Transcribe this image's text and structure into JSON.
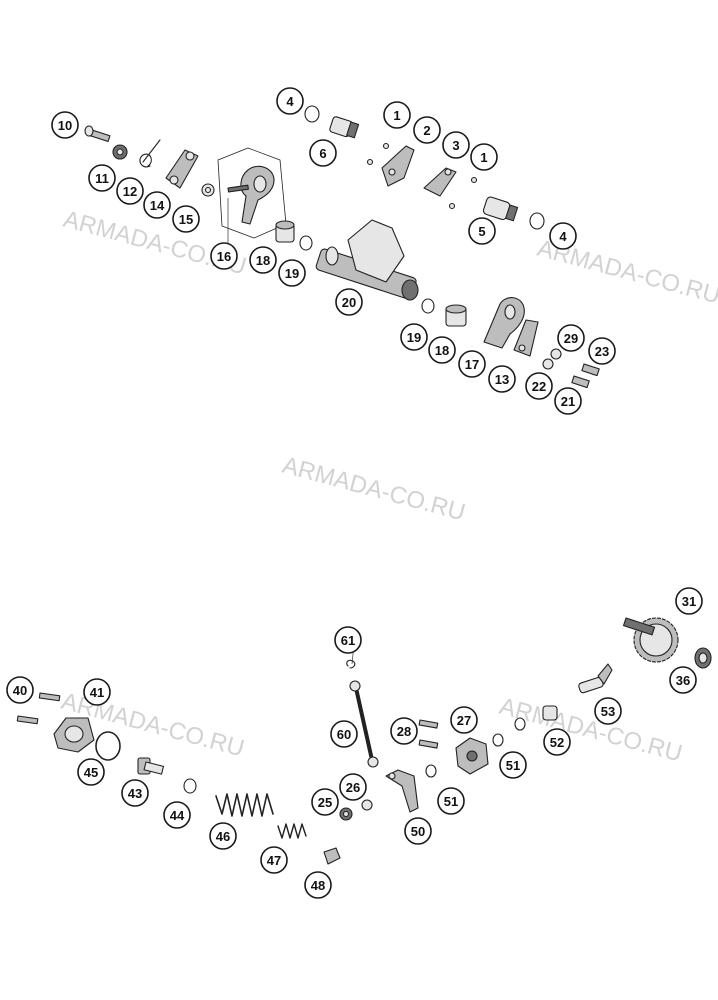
{
  "watermark": "ARMADA-CO.RU",
  "callouts": [
    {
      "id": "c4a",
      "label": "4"
    },
    {
      "id": "c1a",
      "label": "1"
    },
    {
      "id": "c10",
      "label": "10"
    },
    {
      "id": "c2",
      "label": "2"
    },
    {
      "id": "c6",
      "label": "6"
    },
    {
      "id": "c3",
      "label": "3"
    },
    {
      "id": "c1b",
      "label": "1"
    },
    {
      "id": "c11",
      "label": "11"
    },
    {
      "id": "c12",
      "label": "12"
    },
    {
      "id": "c14",
      "label": "14"
    },
    {
      "id": "c15",
      "label": "15"
    },
    {
      "id": "c5",
      "label": "5"
    },
    {
      "id": "c4b",
      "label": "4"
    },
    {
      "id": "c16",
      "label": "16"
    },
    {
      "id": "c18a",
      "label": "18"
    },
    {
      "id": "c19a",
      "label": "19"
    },
    {
      "id": "c20",
      "label": "20"
    },
    {
      "id": "c29",
      "label": "29"
    },
    {
      "id": "c23",
      "label": "23"
    },
    {
      "id": "c19b",
      "label": "19"
    },
    {
      "id": "c18b",
      "label": "18"
    },
    {
      "id": "c17",
      "label": "17"
    },
    {
      "id": "c13",
      "label": "13"
    },
    {
      "id": "c22",
      "label": "22"
    },
    {
      "id": "c21",
      "label": "21"
    },
    {
      "id": "c31",
      "label": "31"
    },
    {
      "id": "c61",
      "label": "61"
    },
    {
      "id": "c36",
      "label": "36"
    },
    {
      "id": "c40",
      "label": "40"
    },
    {
      "id": "c41",
      "label": "41"
    },
    {
      "id": "c60",
      "label": "60"
    },
    {
      "id": "c28",
      "label": "28"
    },
    {
      "id": "c27",
      "label": "27"
    },
    {
      "id": "c53",
      "label": "53"
    },
    {
      "id": "c52",
      "label": "52"
    },
    {
      "id": "c45",
      "label": "45"
    },
    {
      "id": "c51a",
      "label": "51"
    },
    {
      "id": "c26",
      "label": "26"
    },
    {
      "id": "c43",
      "label": "43"
    },
    {
      "id": "c25",
      "label": "25"
    },
    {
      "id": "c51b",
      "label": "51"
    },
    {
      "id": "c44",
      "label": "44"
    },
    {
      "id": "c50",
      "label": "50"
    },
    {
      "id": "c46",
      "label": "46"
    },
    {
      "id": "c47",
      "label": "47"
    },
    {
      "id": "c48",
      "label": "48"
    }
  ]
}
